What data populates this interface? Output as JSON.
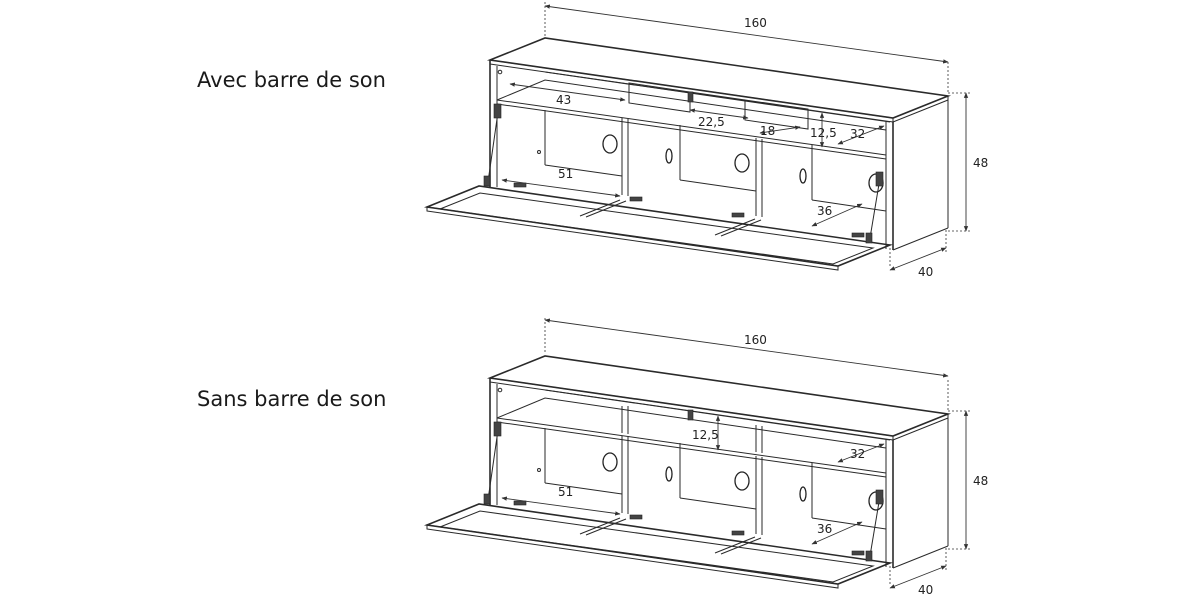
{
  "labels": {
    "with_soundbar": "Avec barre de son",
    "without_soundbar": "Sans barre de son"
  },
  "dimensions_top": {
    "width": "160",
    "height": "48",
    "depth": "40",
    "soundbar_shelf": "43",
    "soundbar_gap": "22,5",
    "soundbar_depth": "18",
    "shelf_height": "12,5",
    "shelf_depth": "32",
    "inner_width": "51",
    "inner_depth": "36"
  },
  "dimensions_bottom": {
    "width": "160",
    "height": "48",
    "depth": "40",
    "shelf_height": "12,5",
    "shelf_depth": "32",
    "inner_width": "51",
    "inner_depth": "36"
  }
}
